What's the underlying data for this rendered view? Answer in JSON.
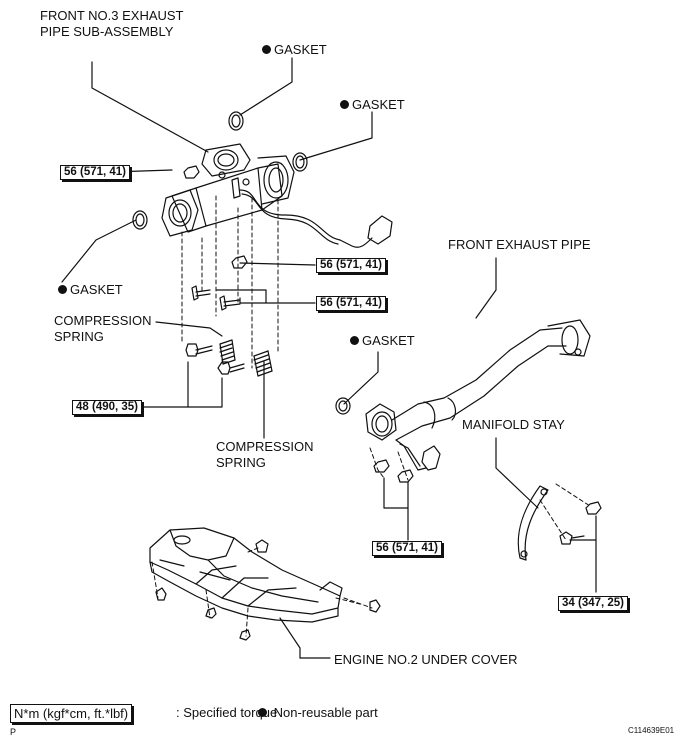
{
  "labels": {
    "front_no3_line1": "FRONT NO.3 EXHAUST",
    "front_no3_line2": "PIPE SUB-ASSEMBLY",
    "gasket": "GASKET",
    "front_exhaust_pipe": "FRONT EXHAUST PIPE",
    "compression_spring_line1": "COMPRESSION",
    "compression_spring_line2": "SPRING",
    "manifold_stay": "MANIFOLD STAY",
    "engine_cover": "ENGINE NO.2 UNDER COVER"
  },
  "torque_boxes": {
    "t1": "56 (571, 41)",
    "t2": "56 (571, 41)",
    "t3": "56 (571, 41)",
    "t4": "48 (490, 35)",
    "t5": "56 (571, 41)",
    "t6": "34 (347, 25)"
  },
  "legend": {
    "unit_box": "N*m (kgf*cm, ft.*lbf)",
    "specified": ": Specified torque",
    "nonreusable": "Non-reusable part"
  },
  "footer": {
    "left_mark": "P",
    "code": "C114639E01"
  }
}
